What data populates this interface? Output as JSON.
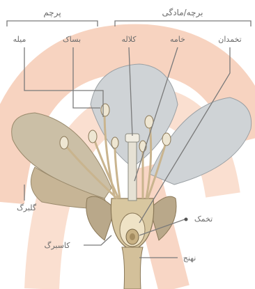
{
  "labels": {
    "stamen_group": "پرچم",
    "carpel_group": "برچه/مادگی",
    "filament": "میله",
    "anther": "بساک",
    "stigma": "کلاله",
    "style": "خامه",
    "ovary": "تخمدان",
    "petal": "گلبرگ",
    "sepal": "کاسبرگ",
    "ovule": "تخمک",
    "receptacle": "نهنج"
  },
  "colors": {
    "watermark": "#f0a27a",
    "petal_back": "#cfd3d6",
    "petal_side": "#cbbfa6",
    "sepal": "#b9a88a",
    "ovary": "#d8c7a0",
    "label": "#6b6b6b"
  }
}
